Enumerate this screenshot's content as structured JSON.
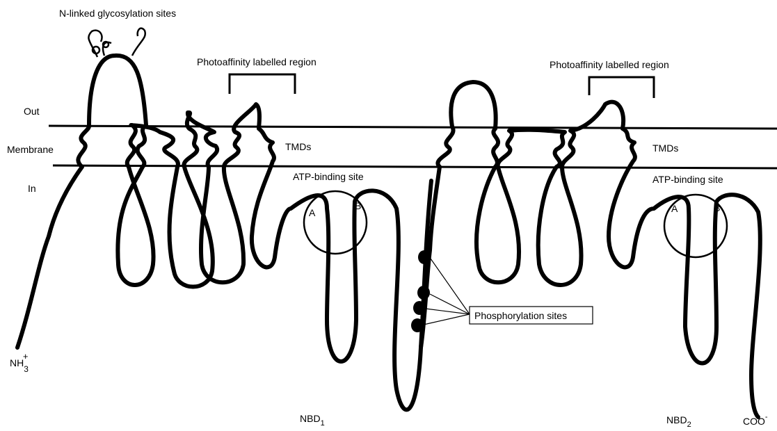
{
  "labels": {
    "glycosylation": "N-linked glycosylation sites",
    "photoaffinity_1": "Photoaffinity labelled region",
    "photoaffinity_2": "Photoaffinity labelled region",
    "out": "Out",
    "membrane": "Membrane",
    "in": "In",
    "tmds_1": "TMDs",
    "tmds_2": "TMDs",
    "atp_site_1": "ATP-binding site",
    "atp_site_2": "ATP-binding site",
    "site_a_1": "A",
    "site_b_1": "B",
    "site_a_2": "A",
    "site_b_2": "B",
    "phosphorylation": "Phosphorylation sites",
    "n_terminus": {
      "base": "NH",
      "sub": "3",
      "sup": "+"
    },
    "c_terminus": {
      "base": "COO",
      "sup": "-"
    },
    "nbd_1": {
      "base": "NBD",
      "sub": "1"
    },
    "nbd_2": {
      "base": "NBD",
      "sub": "2"
    }
  },
  "colors": {
    "line": "#000000",
    "background": "#ffffff"
  }
}
